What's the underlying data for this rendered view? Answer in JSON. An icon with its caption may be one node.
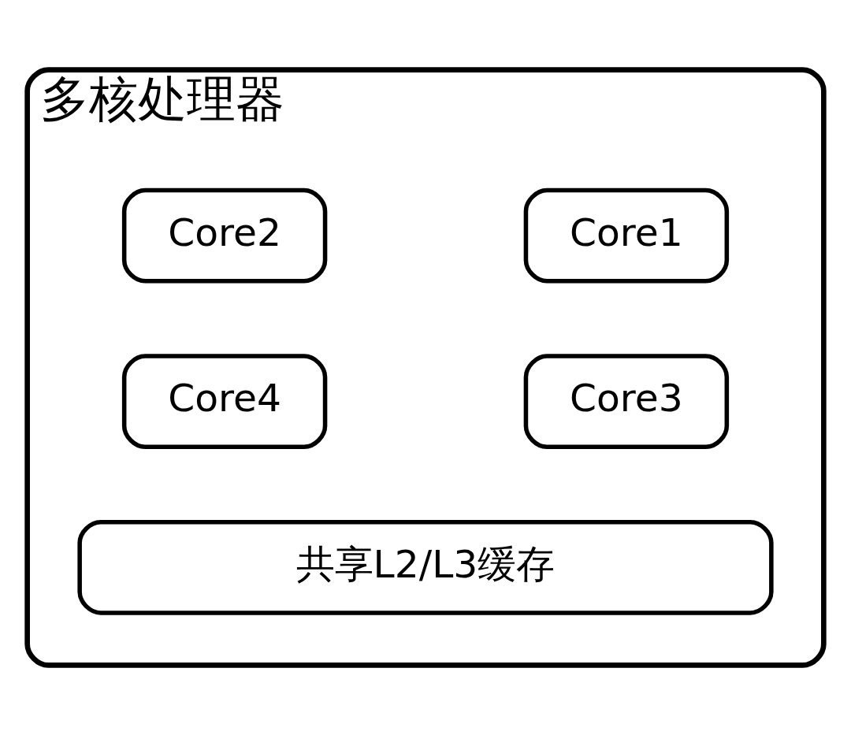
{
  "diagram": {
    "nodes": [
      {
        "text": [
          "多核处理器"
        ]
      },
      {
        "text": [
          "Core1"
        ],
        "in": 0
      },
      {
        "text": [
          "Core2"
        ],
        "in": 0
      },
      {
        "text": [
          "Core3"
        ],
        "in": 0
      },
      {
        "text": [
          "Core4"
        ],
        "in": 0
      },
      {
        "text": [
          "共享L2/L3缓存"
        ],
        "in": 0
      }
    ],
    "edges": []
  }
}
